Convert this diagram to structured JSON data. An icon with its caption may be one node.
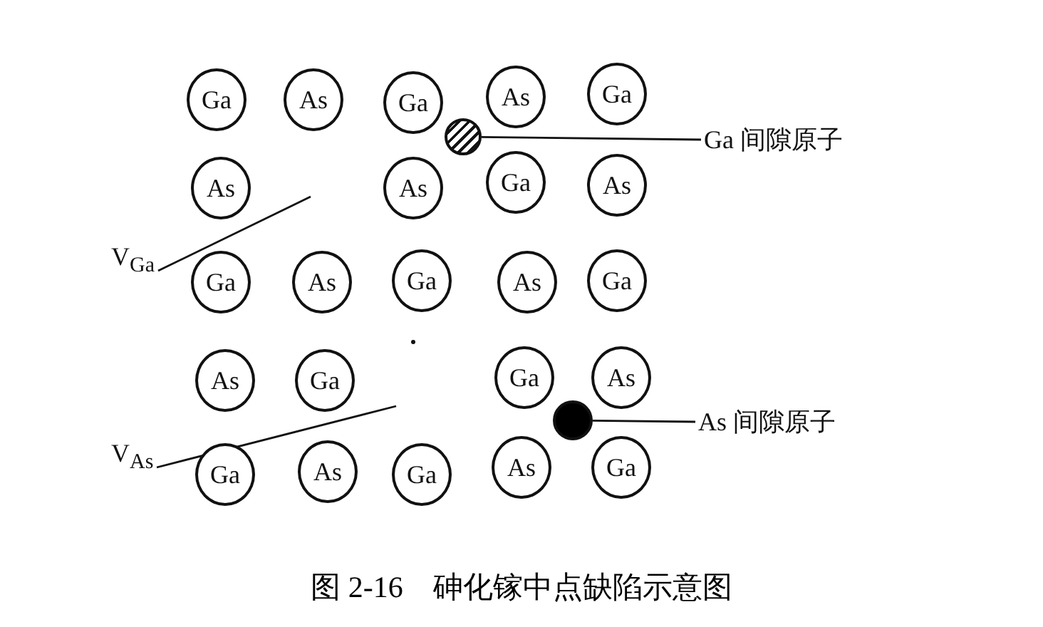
{
  "diagram": {
    "caption": "图 2-16　砷化镓中点缺陷示意图",
    "nodes": [
      {
        "text": [
          "Ga"
        ]
      },
      {
        "text": [
          "As"
        ]
      },
      {
        "text": [
          "Ga"
        ]
      },
      {
        "text": [
          "As"
        ]
      },
      {
        "text": [
          "Ga"
        ]
      },
      {
        "text": [
          "As"
        ]
      },
      {
        "text": [
          "As"
        ]
      },
      {
        "text": [
          "Ga"
        ]
      },
      {
        "text": [
          "As"
        ]
      },
      {
        "text": [
          "Ga"
        ]
      },
      {
        "text": [
          "As"
        ]
      },
      {
        "text": [
          "Ga"
        ]
      },
      {
        "text": [
          "As"
        ]
      },
      {
        "text": [
          "Ga"
        ]
      },
      {
        "text": [
          "As"
        ]
      },
      {
        "text": [
          "Ga"
        ]
      },
      {
        "text": [
          "Ga"
        ]
      },
      {
        "text": [
          "As"
        ]
      },
      {
        "text": [
          "Ga"
        ]
      },
      {
        "text": [
          "As"
        ]
      },
      {
        "text": [
          "Ga"
        ]
      },
      {
        "text": [
          "As"
        ]
      },
      {
        "text": [
          "Ga"
        ]
      },
      {
        "text": [],
        "shape": "circle"
      },
      {
        "text": [],
        "shape": "circle"
      },
      {
        "text": [
          "Ga 间隙原子"
        ]
      },
      {
        "text": [
          "As 间隙原子"
        ]
      },
      {
        "text": [
          "V$_{Ga}$"
        ]
      },
      {
        "text": [
          "V$_{As}$"
        ]
      }
    ],
    "edges": [
      {
        "from": 25,
        "to": 23,
        "arrow": "none"
      },
      {
        "from": 26,
        "to": 24,
        "arrow": "none"
      },
      {
        "from": 27,
        "to": null,
        "arrow": "none"
      },
      {
        "from": 28,
        "to": null,
        "arrow": "none"
      }
    ]
  }
}
